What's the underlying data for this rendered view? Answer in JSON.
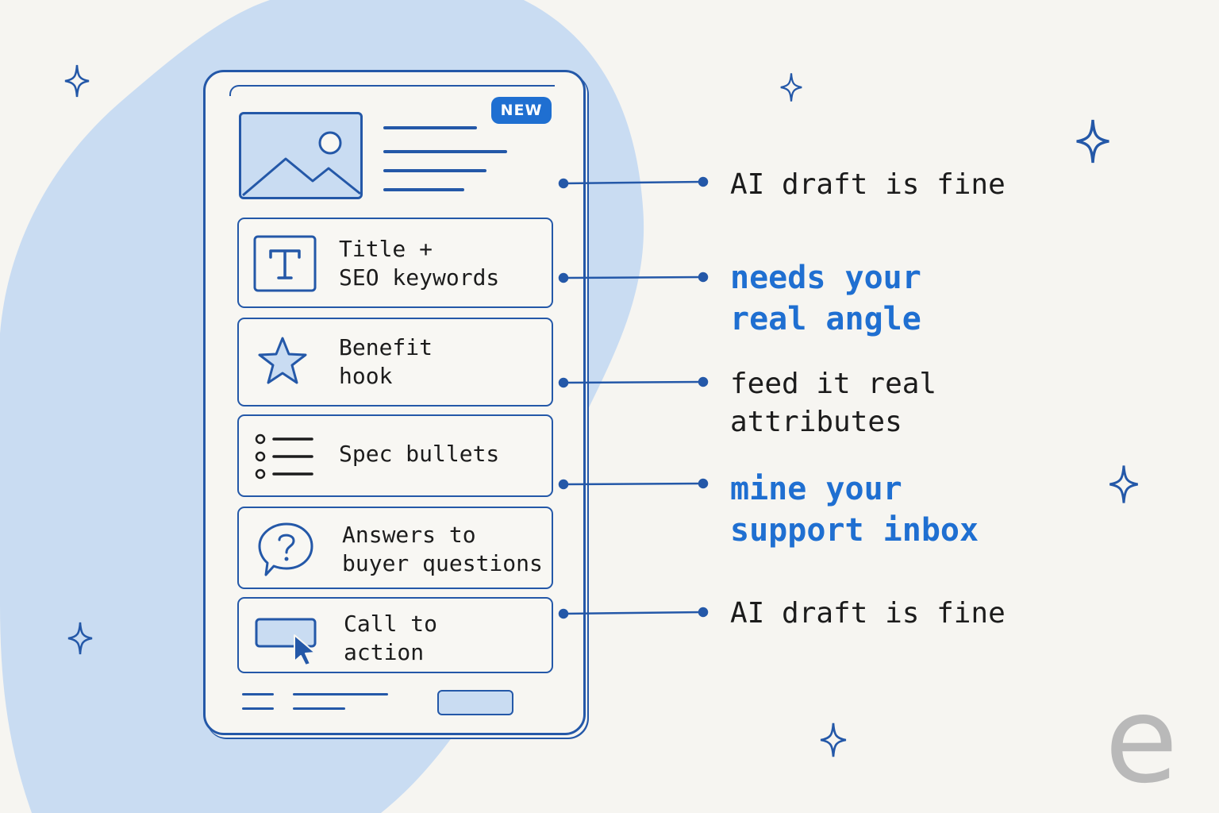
{
  "colors": {
    "background": "#f6f5f1",
    "blob": "#c9dcf2",
    "outline": "#2458a8",
    "accent": "#1f6fd1",
    "text": "#1c1c1c",
    "logo": "#b9b9b9"
  },
  "listing": {
    "badge": "NEW",
    "hero_icon": "image-placeholder-icon",
    "sections": [
      {
        "icon": "text-t-icon",
        "label": "Title +\nSEO keywords"
      },
      {
        "icon": "star-icon",
        "label": "Benefit\nhook"
      },
      {
        "icon": "bullet-list-icon",
        "label": "Spec bullets"
      },
      {
        "icon": "question-bubble-icon",
        "label": "Answers to\nbuyer questions"
      },
      {
        "icon": "button-cursor-icon",
        "label": "Call to\naction"
      }
    ]
  },
  "annotations": [
    {
      "text": "AI draft is fine",
      "emphasis": false
    },
    {
      "text": "needs your\nreal angle",
      "emphasis": true
    },
    {
      "text": "feed it real\nattributes",
      "emphasis": false
    },
    {
      "text": "mine your\nsupport inbox",
      "emphasis": true
    },
    {
      "text": "AI draft is fine",
      "emphasis": false
    }
  ],
  "logo": {
    "letter": "e"
  }
}
